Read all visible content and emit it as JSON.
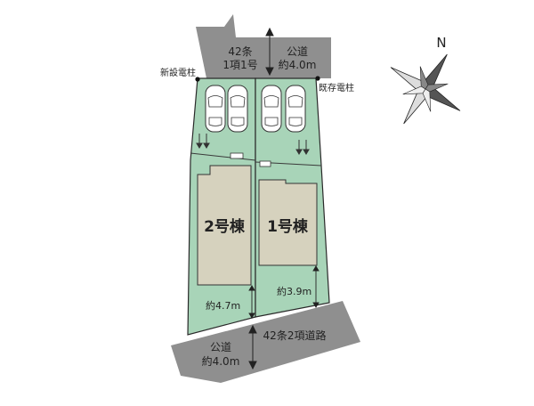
{
  "north_label": "N",
  "north_road": {
    "line1": "42条",
    "line2": "1項1号",
    "name": "公道",
    "width": "約4.0m"
  },
  "south_road": {
    "type": "42条2項道路",
    "name": "公道",
    "width": "約4.0m"
  },
  "poles": {
    "new": "新設電柱",
    "existing": "既存電柱"
  },
  "buildings": [
    {
      "label": "2号棟",
      "setback": "約4.7m"
    },
    {
      "label": "1号棟",
      "setback": "約3.9m"
    }
  ],
  "colors": {
    "lot": "#a8d4b8",
    "road": "#8f8f8f",
    "building": "#d6d2be",
    "outline": "#2a2a2a"
  }
}
